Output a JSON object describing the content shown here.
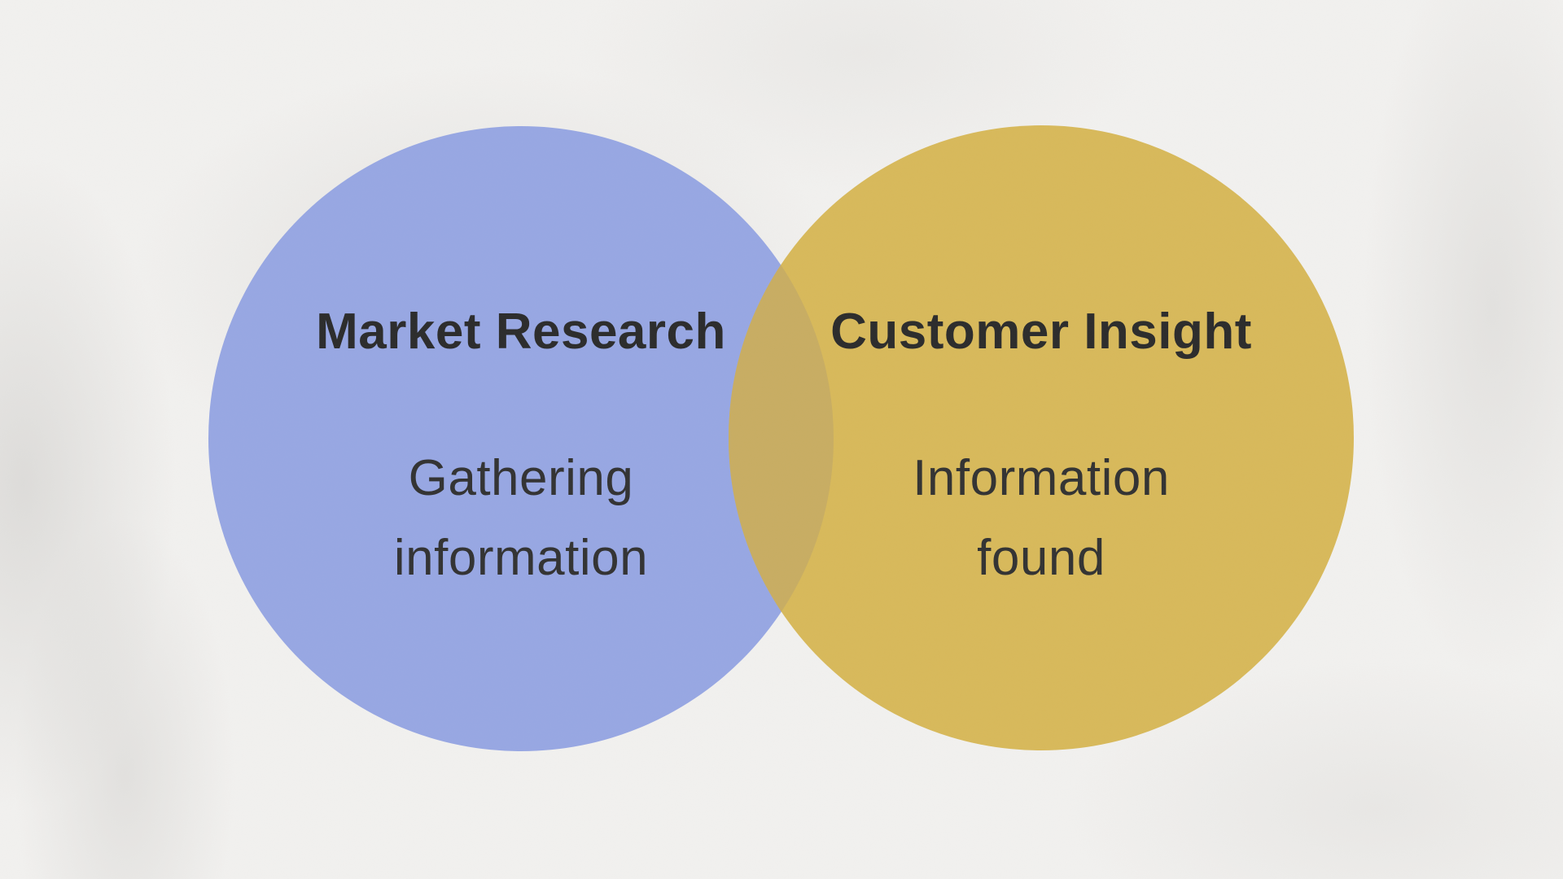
{
  "slide": {
    "background_color": "#f2f1ef",
    "text_color": "#2b2b2b"
  },
  "diagram": {
    "type": "venn",
    "overlap_color": "#c8ad62",
    "sets": [
      {
        "title": "Market Research",
        "description": [
          "Gathering",
          "information"
        ],
        "color": "#97a7e3"
      },
      {
        "title": "Customer Insight",
        "description": [
          "Information",
          "found"
        ],
        "color": "#d8b95a"
      }
    ]
  }
}
